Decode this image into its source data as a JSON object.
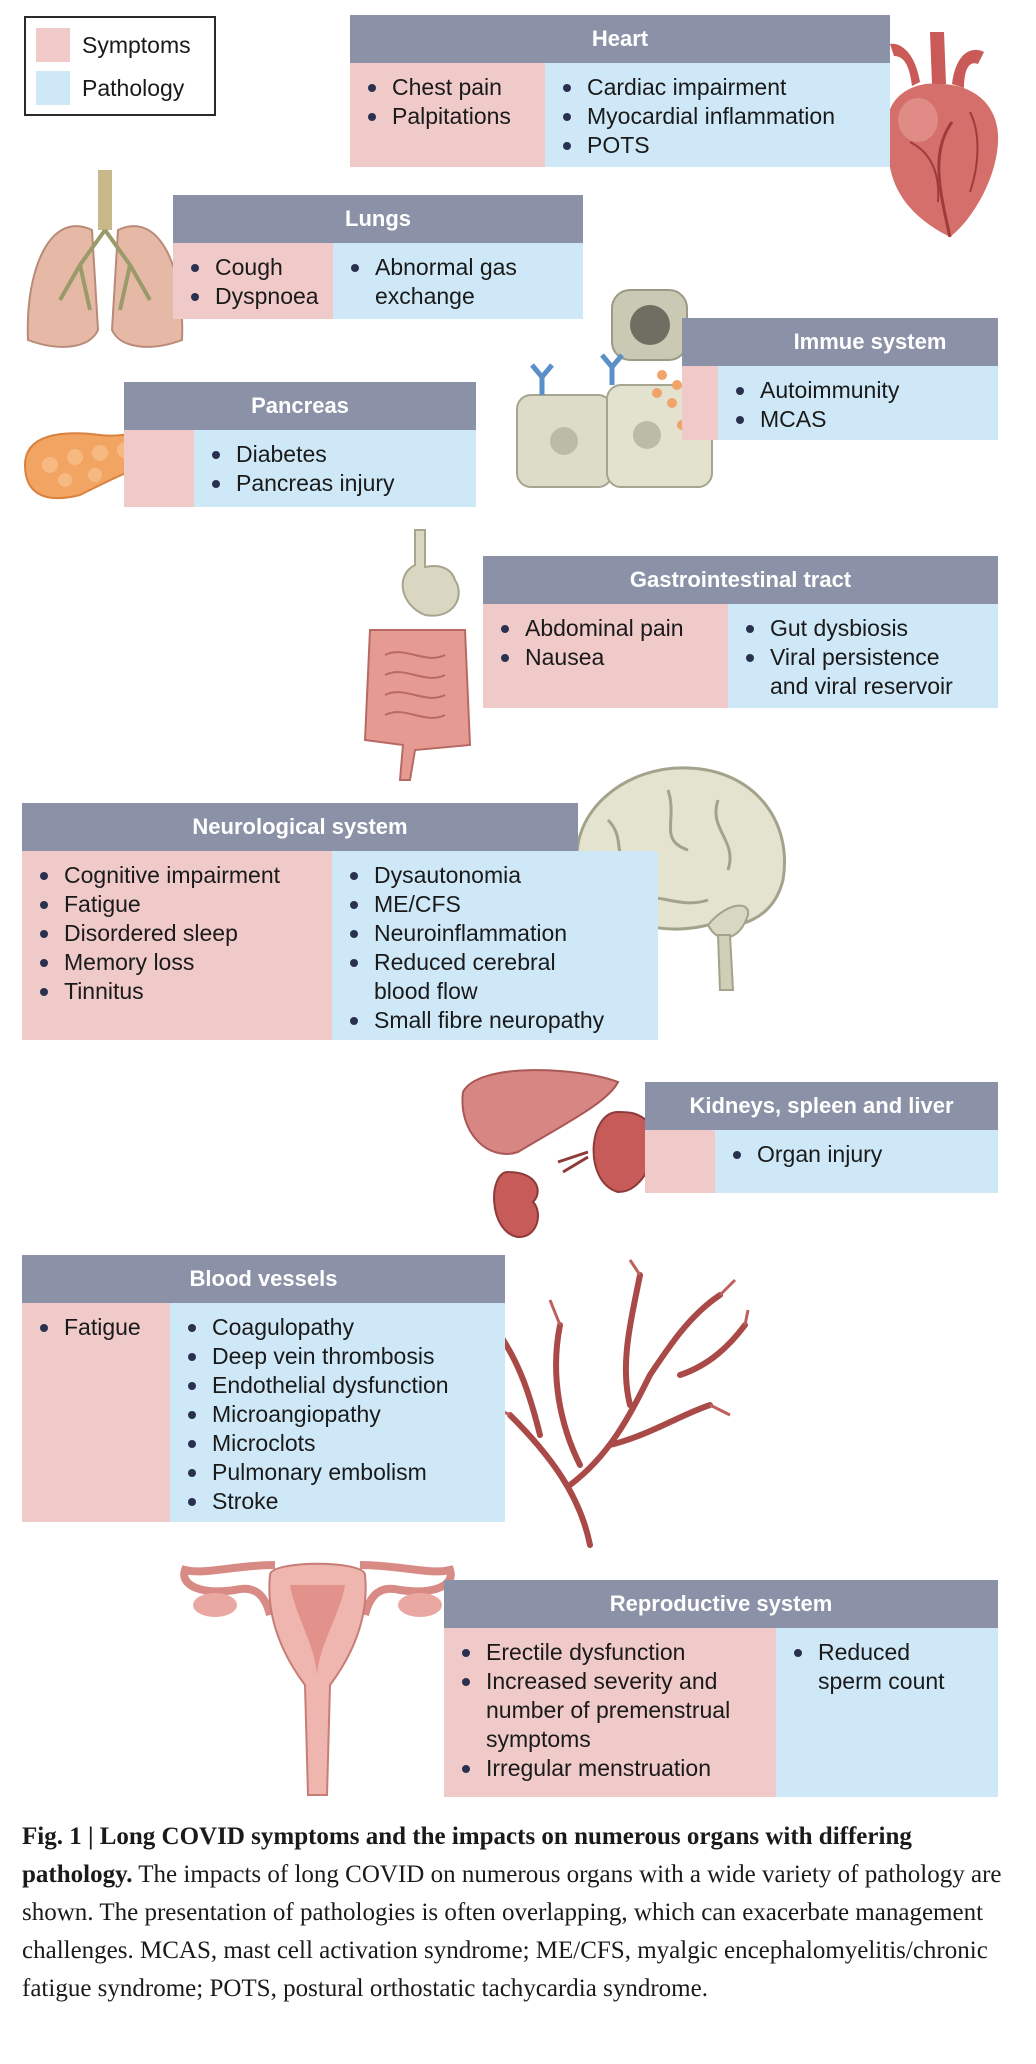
{
  "legend": {
    "symptoms": "Symptoms",
    "pathology": "Pathology"
  },
  "colors": {
    "symptoms": "#f0c9c9",
    "pathology": "#cfe8f7",
    "header": "#8b92a8",
    "organ_red": "#c95a58",
    "organ_pink": "#e7a7a0"
  },
  "organs": {
    "heart": {
      "title": "Heart",
      "symptoms": [
        "Chest pain",
        "Palpitations"
      ],
      "pathology": [
        "Cardiac impairment",
        "Myocardial inflammation",
        "POTS"
      ]
    },
    "lungs": {
      "title": "Lungs",
      "symptoms": [
        "Cough",
        "Dyspnoea"
      ],
      "pathology": [
        "Abnormal gas",
        "exchange"
      ]
    },
    "immune": {
      "title": "Immue system",
      "symptoms": [],
      "pathology": [
        "Autoimmunity",
        "MCAS"
      ]
    },
    "pancreas": {
      "title": "Pancreas",
      "symptoms": [],
      "pathology": [
        "Diabetes",
        "Pancreas injury"
      ]
    },
    "gi": {
      "title": "Gastrointestinal tract",
      "symptoms": [
        "Abdominal pain",
        "Nausea"
      ],
      "pathology": [
        "Gut dysbiosis",
        "Viral persistence",
        "and viral reservoir"
      ]
    },
    "neuro": {
      "title": "Neurological system",
      "symptoms": [
        "Cognitive impairment",
        "Fatigue",
        "Disordered sleep",
        "Memory loss",
        "Tinnitus"
      ],
      "pathology": [
        "Dysautonomia",
        "ME/CFS",
        "Neuroinflammation",
        "Reduced cerebral",
        "blood flow",
        "Small fibre neuropathy"
      ]
    },
    "kidneys": {
      "title": "Kidneys, spleen and liver",
      "symptoms": [],
      "pathology": [
        "Organ injury"
      ]
    },
    "blood": {
      "title": "Blood vessels",
      "symptoms": [
        "Fatigue"
      ],
      "pathology": [
        "Coagulopathy",
        "Deep vein thrombosis",
        "Endothelial dysfunction",
        "Microangiopathy",
        "Microclots",
        "Pulmonary embolism",
        "Stroke"
      ]
    },
    "repro": {
      "title": "Reproductive system",
      "symptoms": [
        "Erectile dysfunction",
        "Increased severity and",
        "number of premenstrual",
        "symptoms",
        "Irregular menstruation"
      ],
      "pathology": [
        "Reduced",
        "sperm count"
      ]
    }
  },
  "caption": {
    "label": "Fig. 1 | Long COVID symptoms and the impacts on numerous organs with differing pathology.",
    "text": "The impacts of long COVID on numerous organs with a wide variety of pathology are shown. The presentation of pathologies is often overlapping, which can exacerbate management challenges. MCAS, mast cell activation syndrome; ME/CFS, myalgic encephalomyelitis/chronic fatigue syndrome; POTS, postural orthostatic tachycardia syndrome."
  }
}
